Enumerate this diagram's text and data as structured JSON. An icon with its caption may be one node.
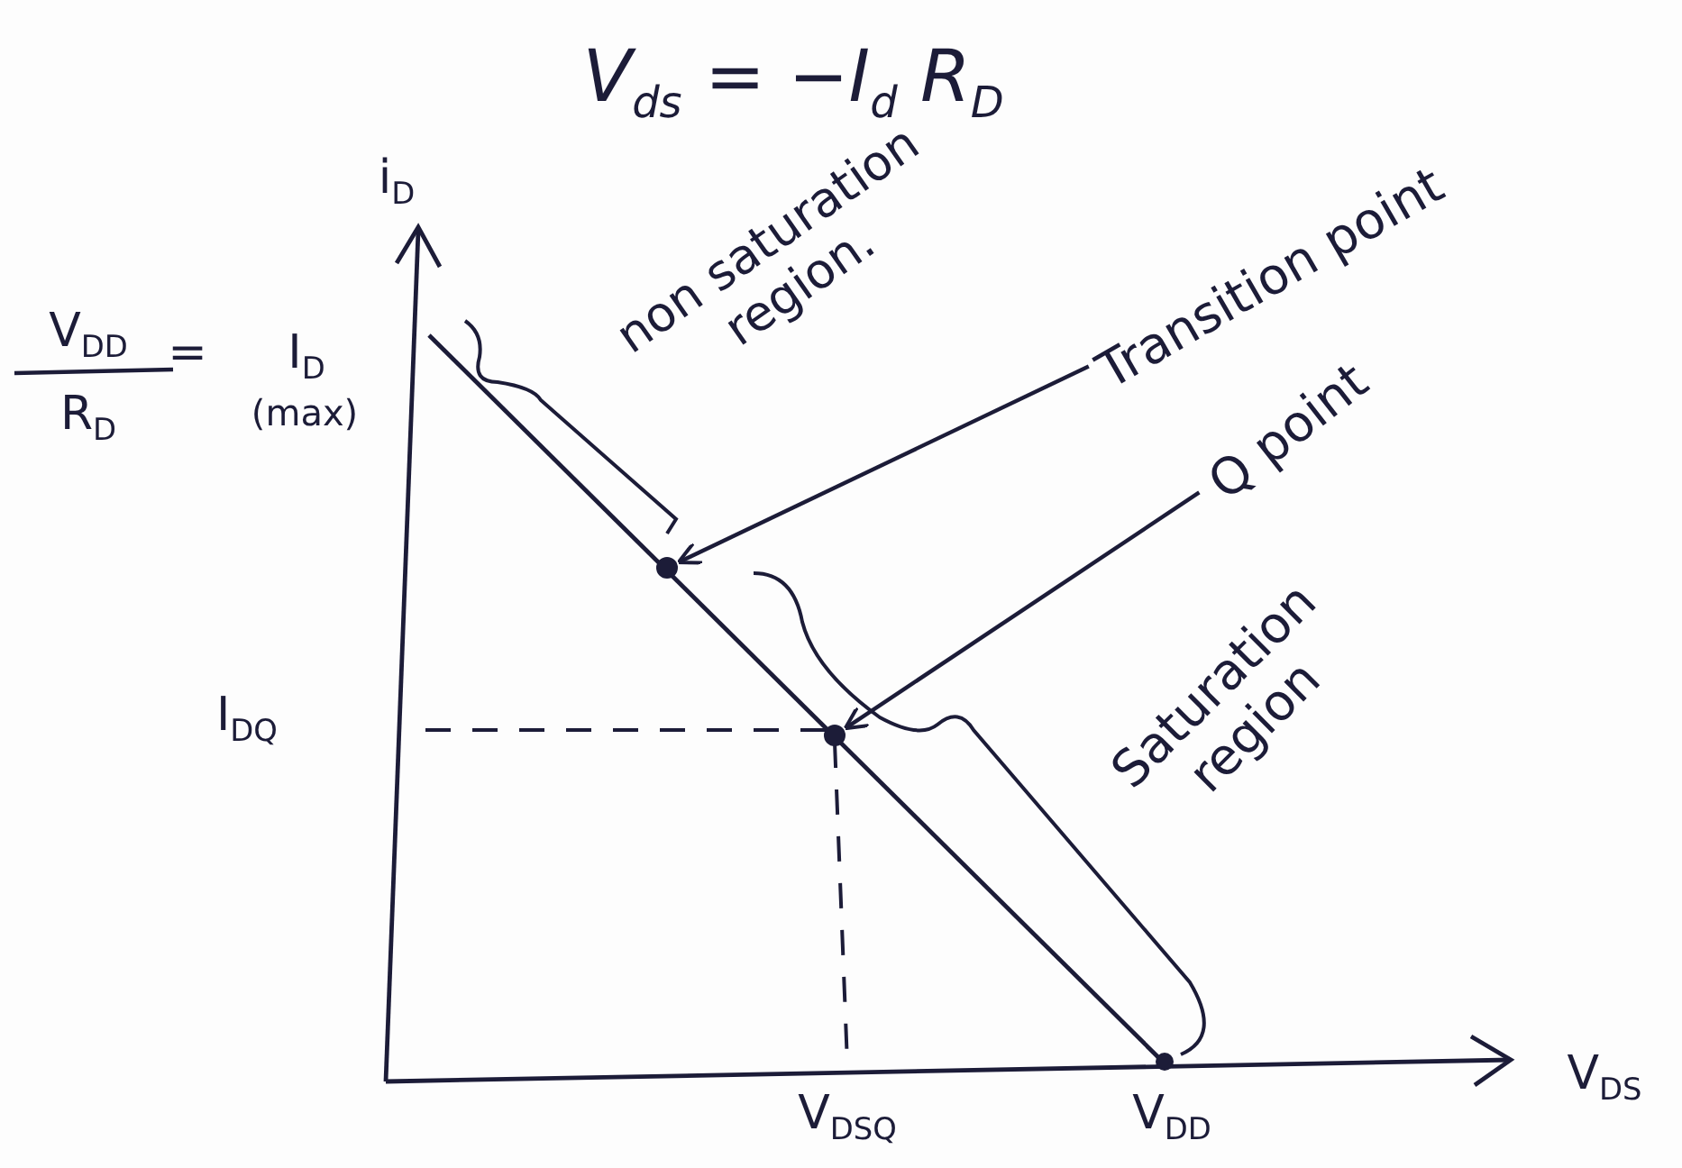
{
  "diagram": {
    "title": "V$_{ds}$ = −I$_{d}$ R$_{D}$",
    "nodes": [
      {
        "text": [
          "Transition point"
        ]
      },
      {
        "text": [],
        "shape": "circle"
      },
      {
        "text": [
          "Q point"
        ]
      },
      {
        "text": [],
        "shape": "circle"
      }
    ],
    "edges": [
      {
        "from": 0,
        "to": 1,
        "arrow": "to"
      },
      {
        "from": 2,
        "to": 3,
        "arrow": "to"
      }
    ],
    "labels": [
      "i$_{D}$",
      "V$_{DD}$",
      "=",
      "R$_{D}$",
      "I$_{D}$",
      "(max)",
      "non saturation region.",
      "I$_{DQ}$",
      "Saturation region",
      "V$_{DSQ}$",
      "V$_{DD}$",
      "V$_{DS}$"
    ]
  }
}
